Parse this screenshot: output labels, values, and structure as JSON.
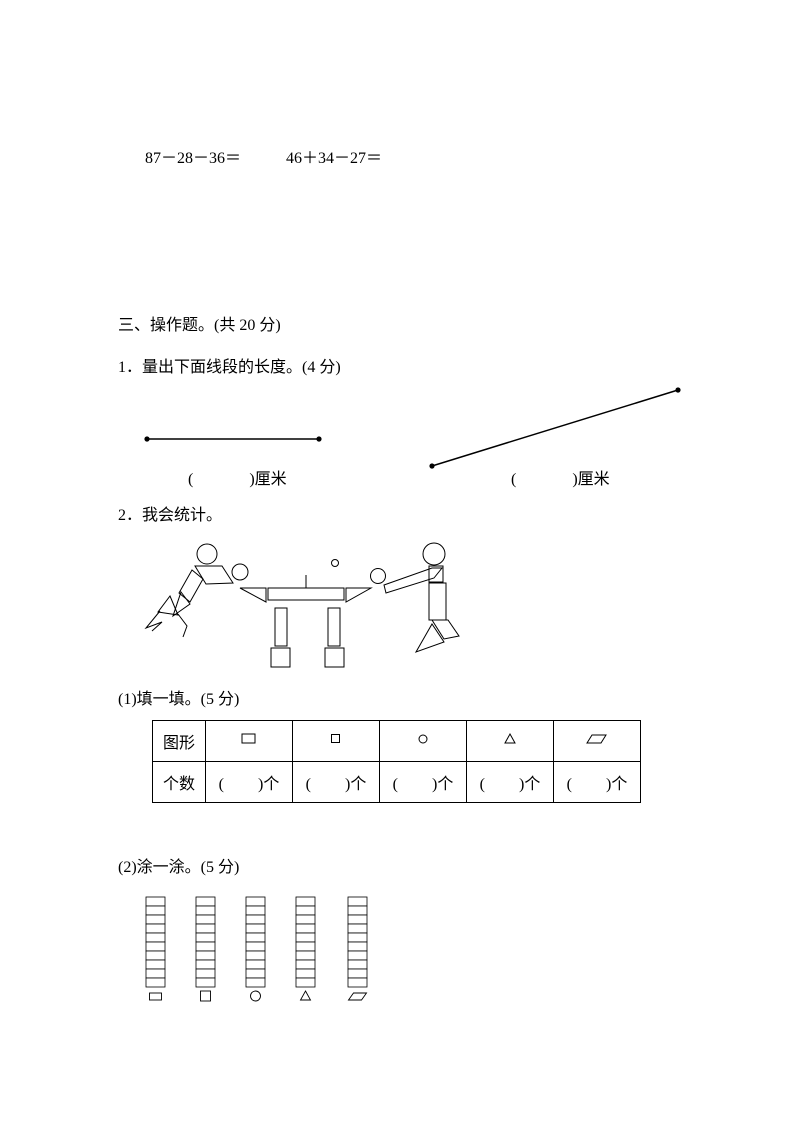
{
  "equations": [
    "87－28－36＝",
    "46＋34－27＝"
  ],
  "section_title": "三、操作题。(共 20 分)",
  "q1": {
    "title": "1．量出下面线段的长度。(4 分)",
    "answer_left_open": "(",
    "answer_left_close": ")厘米",
    "answer_right_open": "(",
    "answer_right_close": ")厘米"
  },
  "q2": {
    "title": "2．我会统计。",
    "part1": {
      "title": "(1)填一填。(5 分)",
      "row_header_shape": "图形",
      "row_header_count": "个数",
      "shapes": [
        "rectangle-icon",
        "square-icon",
        "circle-icon",
        "triangle-icon",
        "parallelogram-icon"
      ],
      "count_open": "(",
      "count_close": ")个"
    },
    "part2": {
      "title": "(2)涂一涂。(5 分)",
      "cells_per_column": 10,
      "shapes": [
        "rectangle-icon",
        "square-icon",
        "circle-icon",
        "triangle-icon",
        "parallelogram-icon"
      ]
    }
  }
}
